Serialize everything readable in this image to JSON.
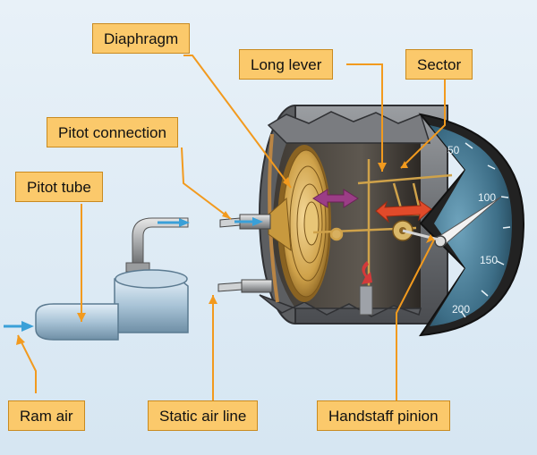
{
  "labels": {
    "diaphragm": "Diaphragm",
    "long_lever": "Long lever",
    "sector": "Sector",
    "pitot_connection": "Pitot connection",
    "pitot_tube": "Pitot tube",
    "ram_air": "Ram air",
    "static_air_line": "Static air line",
    "handstaff_pinion": "Handstaff pinion"
  },
  "dial": {
    "marks": [
      "50",
      "100",
      "150",
      "200"
    ]
  },
  "colors": {
    "label_fill": "#fbc96b",
    "leader_line": "#f29a1e",
    "case_gray": "#8a8c8f",
    "diaphragm_gold": "#d4a84a",
    "dial_face": "#3d6e87",
    "airflow_arrow": "#3aa0d8"
  }
}
